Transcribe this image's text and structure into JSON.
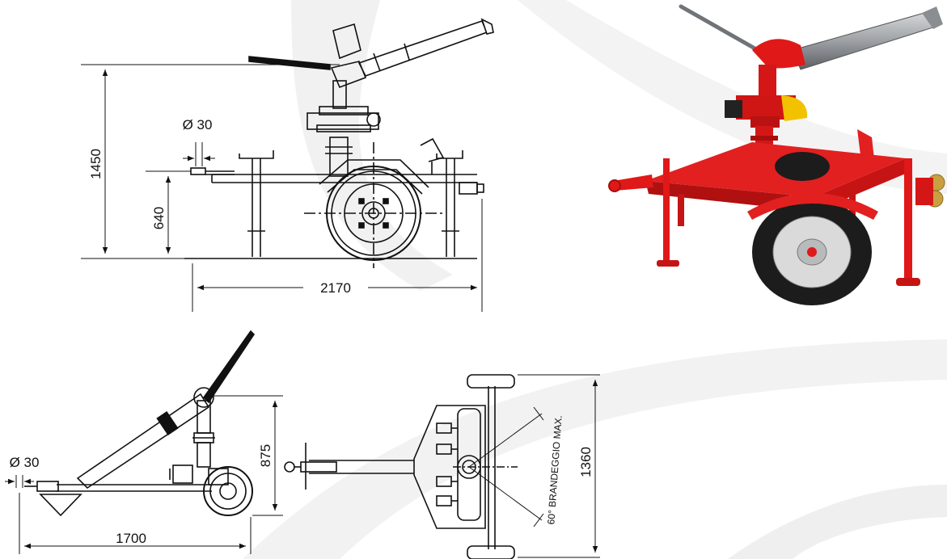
{
  "colors": {
    "line": "#111111",
    "trailer_red": "#e01818",
    "trailer_red_dark": "#a80e0e",
    "tire": "#1c1c1c",
    "steel": "#9ea2a6",
    "brass": "#c9a040",
    "yellow": "#f2c200",
    "background_wave": "#eeeeee"
  },
  "side_view": {
    "dim_height_total": "1450",
    "dim_height_inlet": "640",
    "dim_length": "2170",
    "dim_hitch_diameter": "Ø 30"
  },
  "end_view": {
    "dim_height": "875",
    "dim_length": "1700",
    "dim_hitch_diameter": "Ø 30"
  },
  "top_view": {
    "dim_width": "1360",
    "rotation_label": "60° BRANDEGGIO MAX."
  },
  "photo": {
    "icons": [
      "trailer-mounted-monitor-photo"
    ]
  }
}
